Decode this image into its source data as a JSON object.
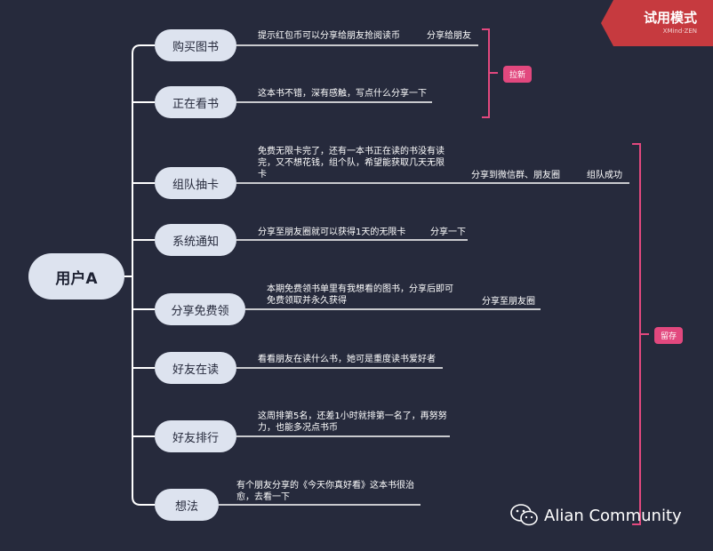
{
  "banner": {
    "title": "试用模式",
    "sub": "XMind·ZEN"
  },
  "root": "用户A",
  "nodes": [
    {
      "label": "购买图书",
      "texts": [
        "提示红包币可以分享给朋友抢阅读币",
        "分享给朋友"
      ]
    },
    {
      "label": "正在看书",
      "texts": [
        "这本书不错，深有感触，写点什么分享一下"
      ]
    },
    {
      "label": "组队抽卡",
      "texts": [
        "免费无限卡完了，还有一本书正在读的书没有读完，又不想花钱，组个队，希望能获取几天无限卡",
        "分享到微信群、朋友圈",
        "组队成功"
      ]
    },
    {
      "label": "系统通知",
      "texts": [
        "分享至朋友圈就可以获得1天的无限卡",
        "分享一下"
      ]
    },
    {
      "label": "分享免费领",
      "texts": [
        "本期免费领书单里有我想看的图书，分享后即可免费领取并永久获得",
        "分享至朋友圈"
      ]
    },
    {
      "label": "好友在读",
      "texts": [
        "看看朋友在读什么书，她可是重度读书爱好者"
      ]
    },
    {
      "label": "好友排行",
      "texts": [
        "这周排第5名，还差1小时就排第一名了，再努努力，也能多况点书币"
      ]
    },
    {
      "label": "想法",
      "texts": [
        "有个朋友分享的《今天你真好看》这本书很治愈，去看一下"
      ]
    }
  ],
  "tags": {
    "a": "拉新",
    "b": "留存"
  },
  "watermark": "Alian Community",
  "colors": {
    "bg": "#262a3c",
    "node": "#dde3ef",
    "accent": "#e2487e",
    "banner": "#c63a3f"
  }
}
